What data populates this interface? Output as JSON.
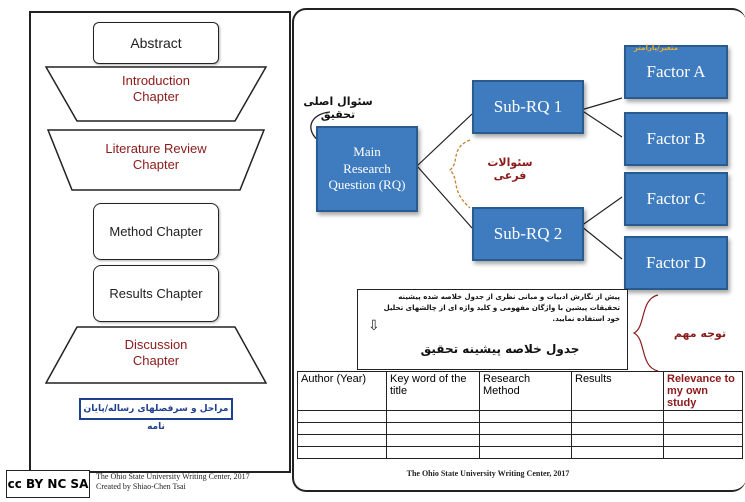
{
  "structure": {
    "abstract": "Abstract",
    "introduction": "Introduction\nChapter",
    "literature": "Literature Review\nChapter",
    "method": "Method Chapter",
    "results": "Results Chapter",
    "discussion": "Discussion\nChapter",
    "bottom_label": "مراحل و سرفصلهای رساله/پایان نامه"
  },
  "footer_left": {
    "cc_text": "cc BY NC SA",
    "credit_line1": "The Ohio State University Writing Center, 2017",
    "credit_line2": "Created by Shiao-Chen Tsai"
  },
  "diagram": {
    "main_rq_fa": "سئوال اصلی تحقیق",
    "main_rq": "Main\nResearch\nQuestion (RQ)",
    "sub_rq1": "Sub-RQ 1",
    "sub_rq2": "Sub-RQ 2",
    "sub_questions_fa": "سئوالات فرعی",
    "factor_a": "Factor A",
    "factor_a_fa": "متغیر/پارامتر",
    "factor_b": "Factor B",
    "factor_c": "Factor C",
    "factor_d": "Factor D",
    "note_text": "پیش از نگارش ادبیات و مبانی نظری از جدول خلاصه شده پیشینه تحقیقات پیشین با واژگان مفهومی و کلید واژه ای از چالشهای تحلیل خود استفاده نمایید.",
    "note_title": "جدول خلاصه پیشینه تحقیق",
    "attention_fa": "توجه مهم",
    "footer": "The Ohio State University Writing Center, 2017"
  },
  "table": {
    "headers": [
      "Author (Year)",
      "Key word of the title",
      "Research Method",
      "Results",
      "Relevance to my own study"
    ],
    "rows": 4
  },
  "colors": {
    "box": "#3f7bbf",
    "accent_red": "#8b1a1a"
  }
}
